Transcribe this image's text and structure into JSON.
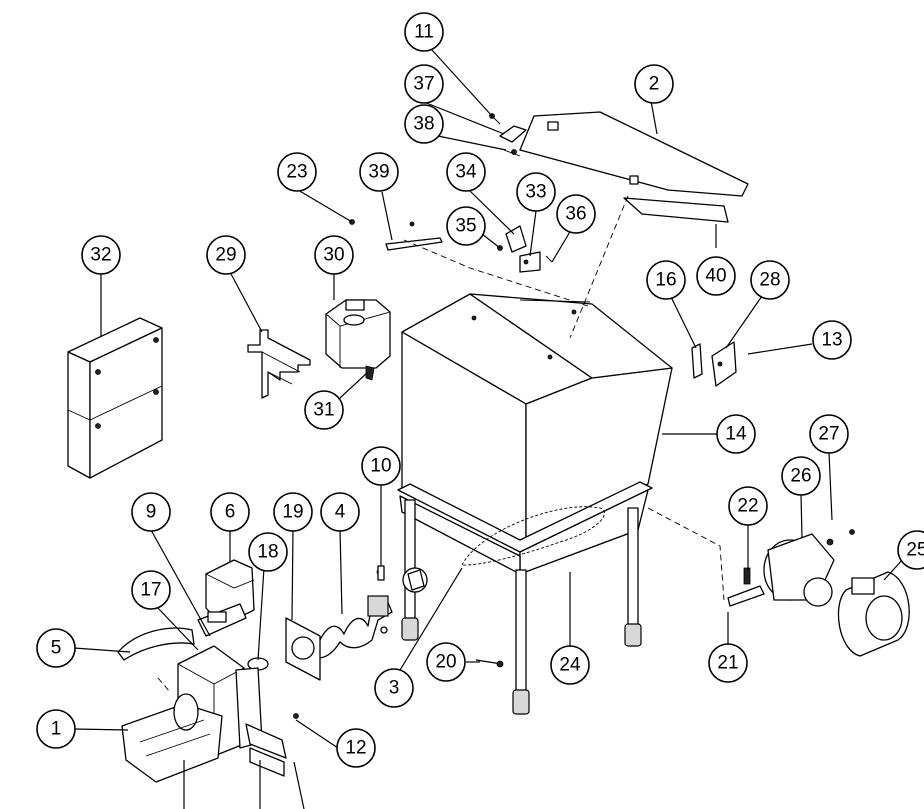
{
  "callouts": [
    {
      "id": "c1",
      "label": "1"
    },
    {
      "id": "c2",
      "label": "2"
    },
    {
      "id": "c3",
      "label": "3"
    },
    {
      "id": "c4",
      "label": "4"
    },
    {
      "id": "c5",
      "label": "5"
    },
    {
      "id": "c6",
      "label": "6"
    },
    {
      "id": "c9",
      "label": "9"
    },
    {
      "id": "c10",
      "label": "10"
    },
    {
      "id": "c11",
      "label": "11"
    },
    {
      "id": "c12",
      "label": "12"
    },
    {
      "id": "c13",
      "label": "13"
    },
    {
      "id": "c14",
      "label": "14"
    },
    {
      "id": "c16",
      "label": "16"
    },
    {
      "id": "c17",
      "label": "17"
    },
    {
      "id": "c18",
      "label": "18"
    },
    {
      "id": "c19",
      "label": "19"
    },
    {
      "id": "c20",
      "label": "20"
    },
    {
      "id": "c21",
      "label": "21"
    },
    {
      "id": "c22",
      "label": "22"
    },
    {
      "id": "c23",
      "label": "23"
    },
    {
      "id": "c24",
      "label": "24"
    },
    {
      "id": "c25",
      "label": "25"
    },
    {
      "id": "c26",
      "label": "26"
    },
    {
      "id": "c27",
      "label": "27"
    },
    {
      "id": "c28",
      "label": "28"
    },
    {
      "id": "c29",
      "label": "29"
    },
    {
      "id": "c30",
      "label": "30"
    },
    {
      "id": "c31",
      "label": "31"
    },
    {
      "id": "c32",
      "label": "32"
    },
    {
      "id": "c33",
      "label": "33"
    },
    {
      "id": "c34",
      "label": "34"
    },
    {
      "id": "c35",
      "label": "35"
    },
    {
      "id": "c36",
      "label": "36"
    },
    {
      "id": "c37",
      "label": "37"
    },
    {
      "id": "c38",
      "label": "38"
    },
    {
      "id": "c39",
      "label": "39"
    },
    {
      "id": "c40",
      "label": "40"
    }
  ]
}
